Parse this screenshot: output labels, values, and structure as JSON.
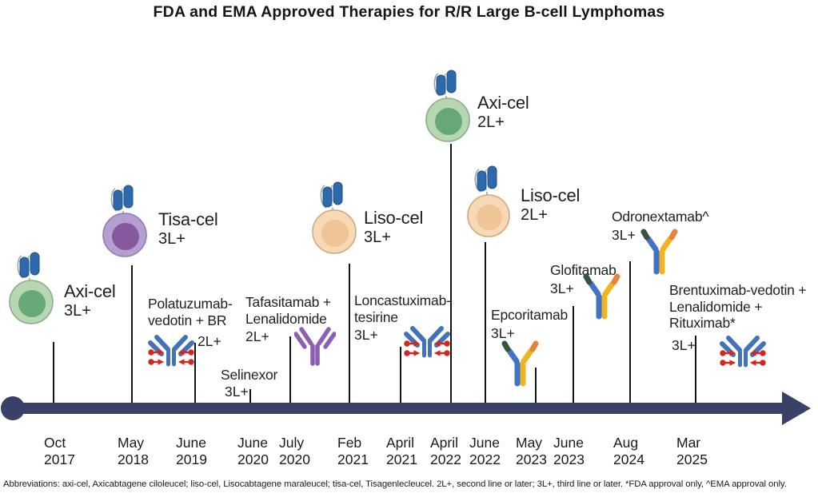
{
  "title": "FDA and EMA Approved Therapies for R/R Large B-cell Lymphomas",
  "footnote": "Abbreviations: axi-cel, Axicabtagene ciloleucel; liso-cel, Lisocabtagene maraleucel; tisa-cel, Tisagenlecleucel. 2L+, second line or later; 3L+, third line or later. *FDA approval only, ^EMA approval only.",
  "colors": {
    "timeline": "#3a4169",
    "connector": "#141414",
    "cell_green_outer": "#b7d7b2",
    "cell_green_nucleus": "#68a878",
    "cell_purple_outer": "#b3a0d1",
    "cell_purple_nucleus": "#86599f",
    "cell_orange_outer": "#f7d9b5",
    "cell_orange_nucleus": "#efc496",
    "car_receptor_blue": "#2e6aab",
    "adc_blue": "#4273b8",
    "adc_payload_red": "#d2261f",
    "antibody_purple": "#8d5fb0",
    "bispecific_blue": "#4273c4",
    "bispecific_yellow": "#efb41f",
    "bispecific_green": "#35533d",
    "bispecific_orange": "#e9823c"
  },
  "entries": [
    {
      "therapy": "Axi-cel",
      "line": "3L+",
      "month": "Oct",
      "year": "2017",
      "icon": "car-t-cell-green"
    },
    {
      "therapy": "Tisa-cel",
      "line": "3L+",
      "month": "May",
      "year": "2018",
      "icon": "car-t-cell-purple"
    },
    {
      "therapy": "Polatuzumab-\nvedotin + BR",
      "line": "2L+",
      "month": "June",
      "year": "2019",
      "icon": "adc-antibody"
    },
    {
      "therapy": "Selinexor",
      "line": "3L+",
      "month": "June",
      "year": "2020",
      "icon": "none"
    },
    {
      "therapy": "Tafasitamab +\nLenalidomide",
      "line": "2L+",
      "month": "July",
      "year": "2020",
      "icon": "antibody-purple"
    },
    {
      "therapy": "Liso-cel",
      "line": "3L+",
      "month": "Feb",
      "year": "2021",
      "icon": "car-t-cell-orange"
    },
    {
      "therapy": "Loncastuximab-\ntesirine",
      "line": "3L+",
      "month": "April",
      "year": "2021",
      "icon": "adc-antibody"
    },
    {
      "therapy": "Axi-cel",
      "line": "2L+",
      "month": "April",
      "year": "2022",
      "icon": "car-t-cell-green"
    },
    {
      "therapy": "Liso-cel",
      "line": "2L+",
      "month": "June",
      "year": "2022",
      "icon": "car-t-cell-orange"
    },
    {
      "therapy": "Epcoritamab",
      "line": "3L+",
      "month": "May",
      "year": "2023",
      "icon": "bispecific-antibody"
    },
    {
      "therapy": "Glofitamab",
      "line": "3L+",
      "month": "June",
      "year": "2023",
      "icon": "bispecific-antibody"
    },
    {
      "therapy": "Odronextamab^",
      "line": "3L+",
      "month": "Aug",
      "year": "2024",
      "icon": "bispecific-antibody"
    },
    {
      "therapy": "Brentuximab-vedotin +\nLenalidomide +\nRituximab*",
      "line": "3L+",
      "month": "Mar",
      "year": "2025",
      "icon": "adc-antibody"
    }
  ]
}
